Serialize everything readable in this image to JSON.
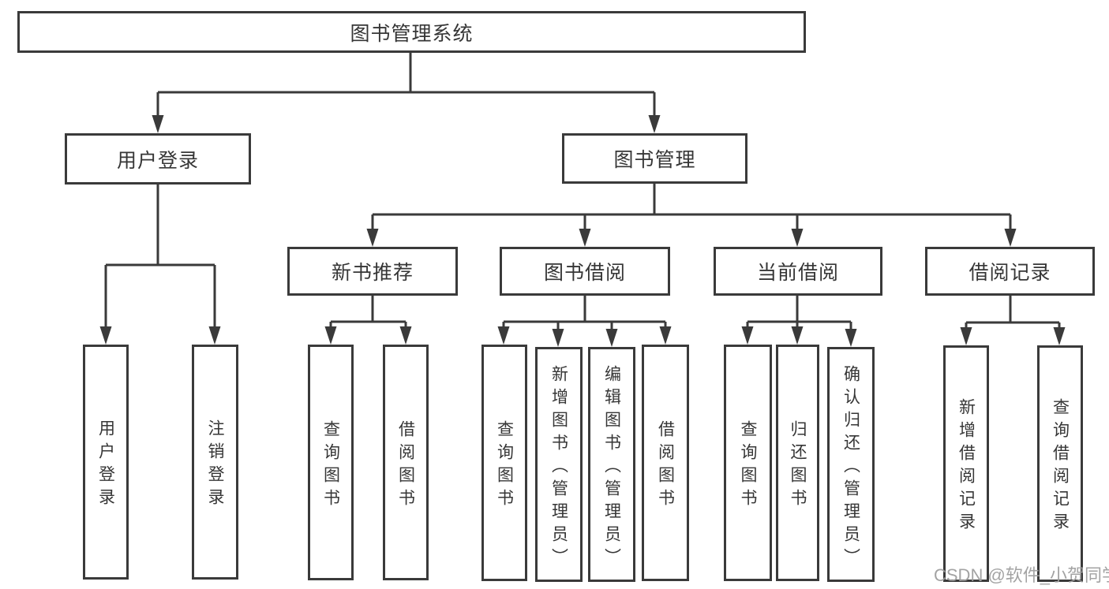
{
  "root": {
    "label": "图书管理系统"
  },
  "level2": [
    {
      "label": "用户登录"
    },
    {
      "label": "图书管理"
    }
  ],
  "level3": [
    {
      "parent": "图书管理",
      "label": "新书推荐"
    },
    {
      "parent": "图书管理",
      "label": "图书借阅"
    },
    {
      "parent": "图书管理",
      "label": "当前借阅"
    },
    {
      "parent": "图书管理",
      "label": "借阅记录"
    }
  ],
  "leaves": [
    {
      "parent": "用户登录",
      "label": "用户登录"
    },
    {
      "parent": "用户登录",
      "label": "注销登录"
    },
    {
      "parent": "新书推荐",
      "label": "查询图书"
    },
    {
      "parent": "新书推荐",
      "label": "借阅图书"
    },
    {
      "parent": "图书借阅",
      "label": "查询图书"
    },
    {
      "parent": "图书借阅",
      "label": "新增图书（管理员）"
    },
    {
      "parent": "图书借阅",
      "label": "编辑图书（管理员）"
    },
    {
      "parent": "图书借阅",
      "label": "借阅图书"
    },
    {
      "parent": "当前借阅",
      "label": "查询图书"
    },
    {
      "parent": "当前借阅",
      "label": "归还图书"
    },
    {
      "parent": "当前借阅",
      "label": "确认归还（管理员）"
    },
    {
      "parent": "借阅记录",
      "label": "新增借阅记录"
    },
    {
      "parent": "借阅记录",
      "label": "查询借阅记录"
    }
  ],
  "watermark": {
    "text": "CSDN @软件_小贺同学"
  },
  "colors": {
    "line": "#3a3a3a",
    "text": "#363636",
    "watermark": "#9e9e9e",
    "background": "#ffffff"
  }
}
